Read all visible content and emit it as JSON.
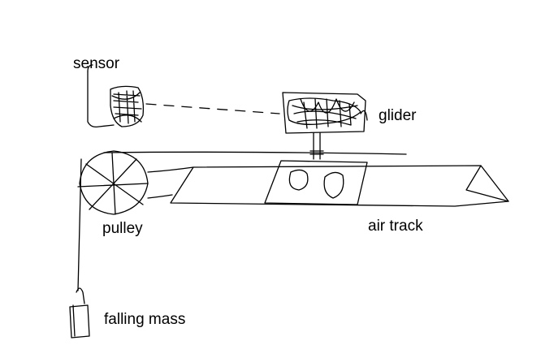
{
  "labels": {
    "sensor": "sensor",
    "glider": "glider",
    "pulley": "pulley",
    "air_track": "air track",
    "falling_mass": "falling mass"
  },
  "colors": {
    "ink": "#000000",
    "background": "#ffffff"
  }
}
